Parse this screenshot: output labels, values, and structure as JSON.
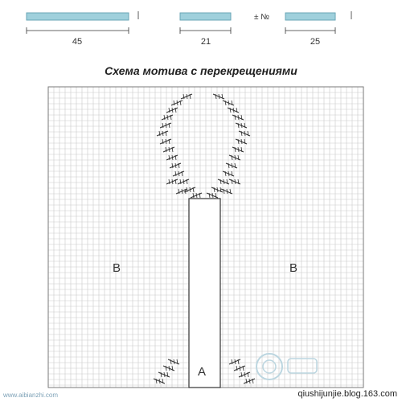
{
  "top_pieces": {
    "widths": [
      "45",
      "21",
      "25"
    ],
    "gauge_label": "± №"
  },
  "title": "Схема мотива с перекрещениями",
  "zones": {
    "left": "B",
    "right": "B",
    "bottom": "A"
  },
  "footer": {
    "left_url": "www.aibianzhi.com",
    "right_url": "qiushijunjie.blog.163.com"
  },
  "colors": {
    "piece_fill": "#9fd0dc",
    "piece_edge": "#6aa6b6",
    "grid_line": "#c9c9c9",
    "grid_border": "#7a7a7a",
    "ink": "#333333",
    "watermark": "#bcd6e0"
  }
}
